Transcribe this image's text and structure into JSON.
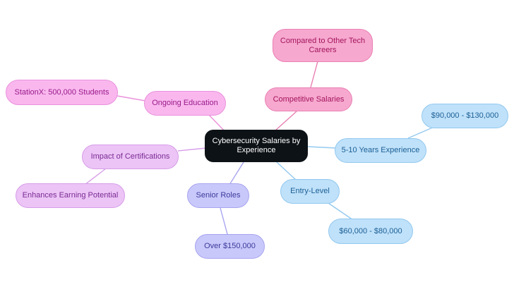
{
  "center": {
    "label": "Cybersecurity Salaries by Experience"
  },
  "branches": {
    "competitive": {
      "label": "Competitive Salaries",
      "child": "Compared to Other Tech Careers"
    },
    "education": {
      "label": "Ongoing Education",
      "child": "StationX: 500,000 Students"
    },
    "certifications": {
      "label": "Impact of Certifications",
      "child": "Enhances Earning Potential"
    },
    "senior": {
      "label": "Senior Roles",
      "child": "Over $150,000"
    },
    "entry": {
      "label": "Entry-Level",
      "child": "$60,000 - $80,000"
    },
    "midlevel": {
      "label": "5-10 Years Experience",
      "child": "$90,000 - $130,000"
    }
  },
  "colors": {
    "center": "#0d1216",
    "competitive": "#f7a8cf",
    "education": "#f9b7ee",
    "certifications": "#ecc4f6",
    "senior": "#c9c8fb",
    "entry": "#bfe1fa",
    "midlevel": "#bfe1fa"
  }
}
